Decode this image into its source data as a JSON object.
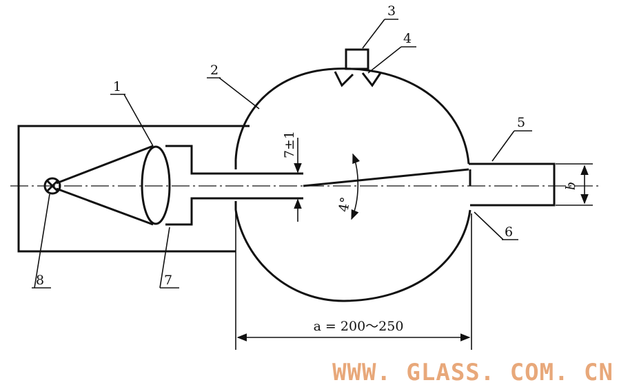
{
  "labels": {
    "l1": "1",
    "l2": "2",
    "l3": "3",
    "l4": "4",
    "l5": "5",
    "l6": "6",
    "l7": "7",
    "l8": "8"
  },
  "dimensions": {
    "slit": "7±1",
    "angle": "4°",
    "b": "b",
    "a": "a = 200～250"
  },
  "watermark": "WWW. GLASS. COM. CN"
}
